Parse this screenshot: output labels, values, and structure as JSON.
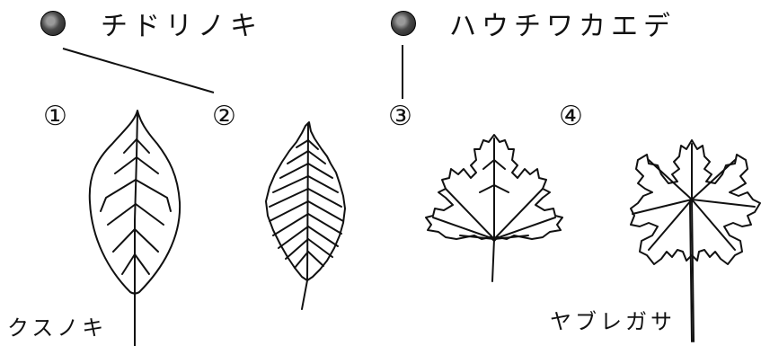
{
  "groups": {
    "left_title": "チドリノキ",
    "right_title": "ハウチワカエデ"
  },
  "leaves": [
    {
      "number": "①"
    },
    {
      "number": "②"
    },
    {
      "number": "③"
    },
    {
      "number": "④"
    }
  ],
  "captions": {
    "leaf1": "クスノキ",
    "leaf4": "ヤブレガサ"
  }
}
